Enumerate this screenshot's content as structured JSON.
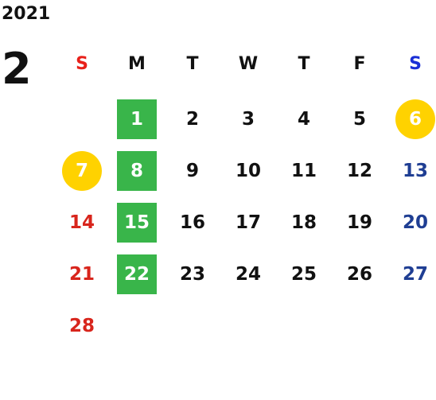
{
  "calendar": {
    "year": "2021",
    "month": "2",
    "weekdays": [
      {
        "label": "S",
        "kind": "sun"
      },
      {
        "label": "M",
        "kind": ""
      },
      {
        "label": "T",
        "kind": ""
      },
      {
        "label": "W",
        "kind": ""
      },
      {
        "label": "T",
        "kind": ""
      },
      {
        "label": "F",
        "kind": ""
      },
      {
        "label": "S",
        "kind": "sat"
      }
    ],
    "days": [
      {
        "n": "1",
        "col": 1,
        "row": 0,
        "highlight": "green"
      },
      {
        "n": "2",
        "col": 2,
        "row": 0
      },
      {
        "n": "3",
        "col": 3,
        "row": 0
      },
      {
        "n": "4",
        "col": 4,
        "row": 0
      },
      {
        "n": "5",
        "col": 5,
        "row": 0
      },
      {
        "n": "6",
        "col": 6,
        "row": 0,
        "highlight": "yellow"
      },
      {
        "n": "7",
        "col": 0,
        "row": 1,
        "highlight": "yellow"
      },
      {
        "n": "8",
        "col": 1,
        "row": 1,
        "highlight": "green"
      },
      {
        "n": "9",
        "col": 2,
        "row": 1
      },
      {
        "n": "10",
        "col": 3,
        "row": 1
      },
      {
        "n": "11",
        "col": 4,
        "row": 1
      },
      {
        "n": "12",
        "col": 5,
        "row": 1
      },
      {
        "n": "13",
        "col": 6,
        "row": 1
      },
      {
        "n": "14",
        "col": 0,
        "row": 2
      },
      {
        "n": "15",
        "col": 1,
        "row": 2,
        "highlight": "green"
      },
      {
        "n": "16",
        "col": 2,
        "row": 2
      },
      {
        "n": "17",
        "col": 3,
        "row": 2
      },
      {
        "n": "18",
        "col": 4,
        "row": 2
      },
      {
        "n": "19",
        "col": 5,
        "row": 2
      },
      {
        "n": "20",
        "col": 6,
        "row": 2
      },
      {
        "n": "21",
        "col": 0,
        "row": 3
      },
      {
        "n": "22",
        "col": 1,
        "row": 3,
        "highlight": "green"
      },
      {
        "n": "23",
        "col": 2,
        "row": 3
      },
      {
        "n": "24",
        "col": 3,
        "row": 3
      },
      {
        "n": "25",
        "col": 4,
        "row": 3
      },
      {
        "n": "26",
        "col": 5,
        "row": 3
      },
      {
        "n": "27",
        "col": 6,
        "row": 3
      },
      {
        "n": "28",
        "col": 0,
        "row": 4
      }
    ],
    "colors": {
      "sunday_header": "#e8201a",
      "saturday_header": "#1a2fd6",
      "sunday_day": "#d8251c",
      "saturday_day": "#1f3e93",
      "green_highlight": "#39b54a",
      "yellow_highlight": "#ffd200"
    }
  }
}
